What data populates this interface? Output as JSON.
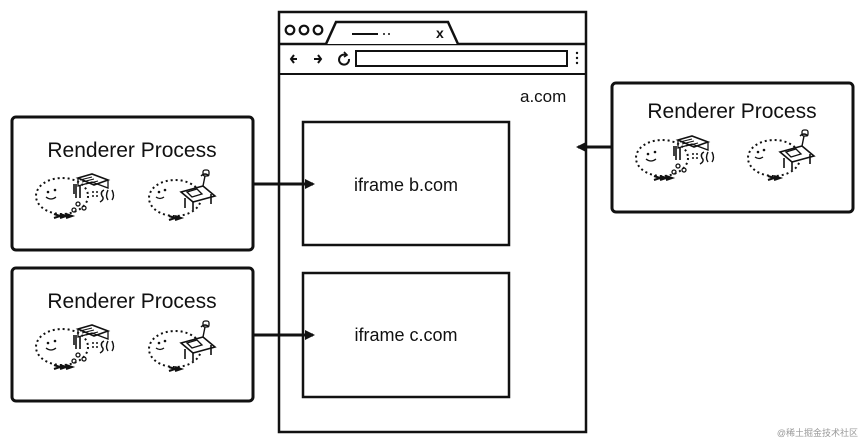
{
  "browser": {
    "tab_close": "x",
    "site_label": "a.com",
    "nav": {
      "back": "back-arrow-icon",
      "forward": "forward-arrow-icon",
      "reload": "reload-icon",
      "menu": "menu-dots-icon"
    }
  },
  "iframes": [
    {
      "label": "iframe b.com"
    },
    {
      "label": "iframe c.com"
    }
  ],
  "renderers": [
    {
      "title": "Renderer Process",
      "icons": [
        "thread-smiley-book-icon",
        "thread-desk-icon"
      ]
    },
    {
      "title": "Renderer Process",
      "icons": [
        "thread-smiley-book-icon",
        "thread-desk-icon"
      ]
    },
    {
      "title": "Renderer Process",
      "icons": [
        "thread-smiley-book-icon",
        "thread-desk-icon"
      ]
    }
  ],
  "watermark": "@稀土掘金技术社区",
  "colors": {
    "stroke": "#111111",
    "background": "#ffffff"
  }
}
